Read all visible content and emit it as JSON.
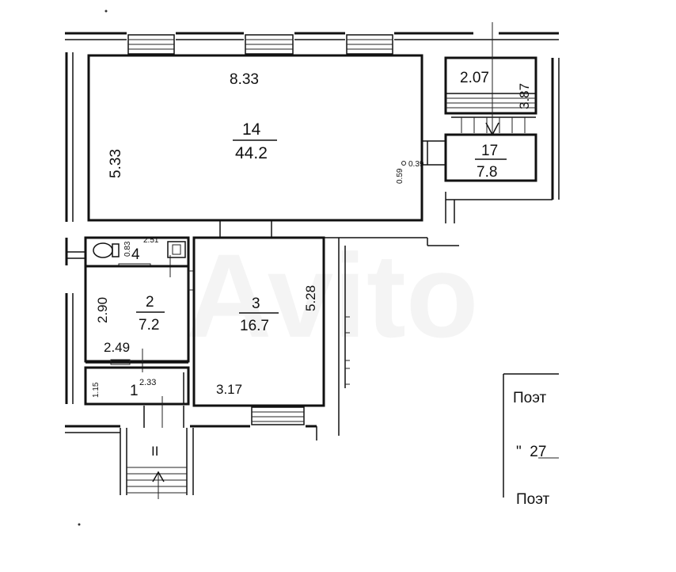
{
  "rooms": {
    "r14": {
      "number": "14",
      "area": "44.2"
    },
    "r17": {
      "number": "17",
      "area": "7.8"
    },
    "r4": {
      "number": "4"
    },
    "r2": {
      "number": "2",
      "area": "7.2"
    },
    "r3": {
      "number": "3",
      "area": "16.7"
    },
    "r1": {
      "number": "1"
    }
  },
  "dimensions": {
    "d833": "8.33",
    "d533": "5.33",
    "d207": "2.07",
    "d387": "3.87",
    "d059": "0.59",
    "d039": "0.39",
    "d251": "2.51",
    "d083": "0.83",
    "d290": "2.90",
    "d249": "2.49",
    "d528": "5.28",
    "d233": "2.33",
    "d115": "1.15",
    "d317": "3.17"
  },
  "stair_label": "II",
  "watermark": "Avito",
  "stamp": {
    "line1": "Поэт",
    "line2": "\"  27",
    "line3": "Поэт"
  }
}
